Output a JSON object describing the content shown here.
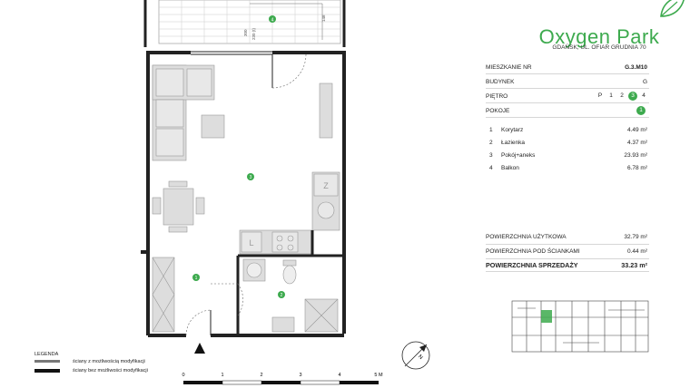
{
  "brand": {
    "name": "Oxygen Park",
    "address": "GDAŃSK, UL. OFIAR GRUDNIA 70",
    "accent_color": "#3daa4e",
    "logo_icon": "leaf-icon"
  },
  "apartment": {
    "number_label": "MIESZKANIE NR",
    "number_value": "G.3.M10",
    "building_label": "BUDYNEK",
    "building_value": "G",
    "floor_label": "PIĘTRO",
    "floors": [
      "P",
      "1",
      "2",
      "3",
      "4"
    ],
    "active_floor": "3",
    "rooms_label": "POKOJE",
    "rooms_value": "1"
  },
  "rooms": [
    {
      "num": "1",
      "name": "Korytarz",
      "area": "4.49 m²"
    },
    {
      "num": "2",
      "name": "Łazienka",
      "area": "4.37 m²"
    },
    {
      "num": "3",
      "name": "Pokój+aneks",
      "area": "23.93 m²"
    },
    {
      "num": "4",
      "name": "Balkon",
      "area": "6.78 m²"
    }
  ],
  "areas": {
    "usable_label": "POWIERZCHNIA UŻYTKOWA",
    "usable_value": "32.79 m²",
    "under_walls_label": "POWIERZCHNIA POD ŚCIANKAMI",
    "under_walls_value": "0.44 m²",
    "sale_label": "POWIERZCHNIA SPRZEDAŻY",
    "sale_value": "33.23 m²"
  },
  "legend": {
    "title": "LEGENDA",
    "modifiable": "ściany z możliwością modyfikacji",
    "non_modifiable": "ściany bez możliwości modyfikacji"
  },
  "scale": {
    "ticks": [
      "0",
      "1",
      "2",
      "3",
      "4",
      "5 M"
    ]
  },
  "plan": {
    "room_markers": [
      "1",
      "2",
      "3",
      "4"
    ],
    "balcony_dims": [
      "148",
      "300",
      "230 (t)"
    ],
    "compass_letter": "N"
  }
}
